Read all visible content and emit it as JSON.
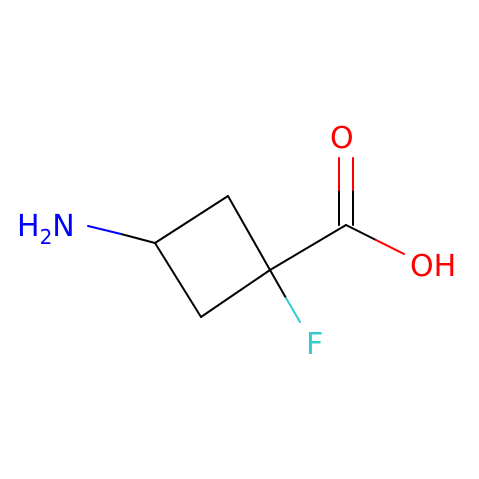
{
  "molecule": {
    "atoms": {
      "nh2": {
        "main": "H",
        "sub": "2",
        "tail": "N",
        "color": "#0000ff"
      },
      "o_carbonyl": {
        "text": "O",
        "color": "#ff0000"
      },
      "oh": {
        "text": "OH",
        "color": "#ff0000"
      },
      "f": {
        "text": "F",
        "color": "#33cccc"
      }
    },
    "bond_color": "#000000"
  }
}
